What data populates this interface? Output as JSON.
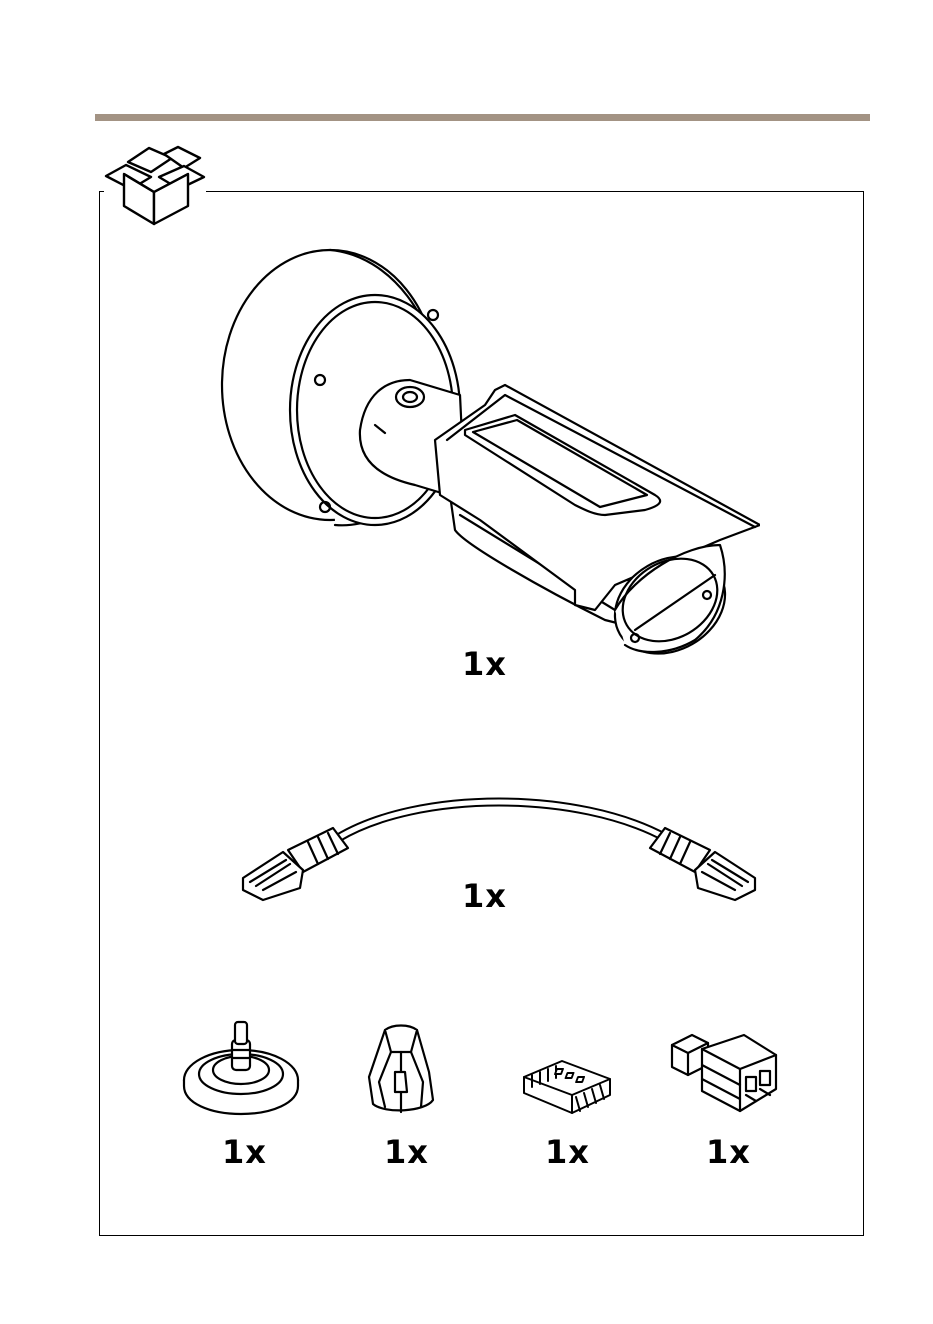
{
  "colors": {
    "accent_rule": "#a39384",
    "line": "#000000",
    "background": "#ffffff"
  },
  "icons": {
    "box": "open-box-icon",
    "camera": "bullet-camera-icon",
    "cable": "network-cable-icon",
    "gasket": "cable-gasket-icon",
    "clip": "cable-clip-icon",
    "io_connector": "terminal-block-connector-icon",
    "power_connector": "power-connector-icon"
  },
  "items": {
    "camera_qty": "1x",
    "cable_qty": "1x",
    "gasket_qty": "1x",
    "clip_qty": "1x",
    "io_connector_qty": "1x",
    "power_connector_qty": "1x"
  }
}
